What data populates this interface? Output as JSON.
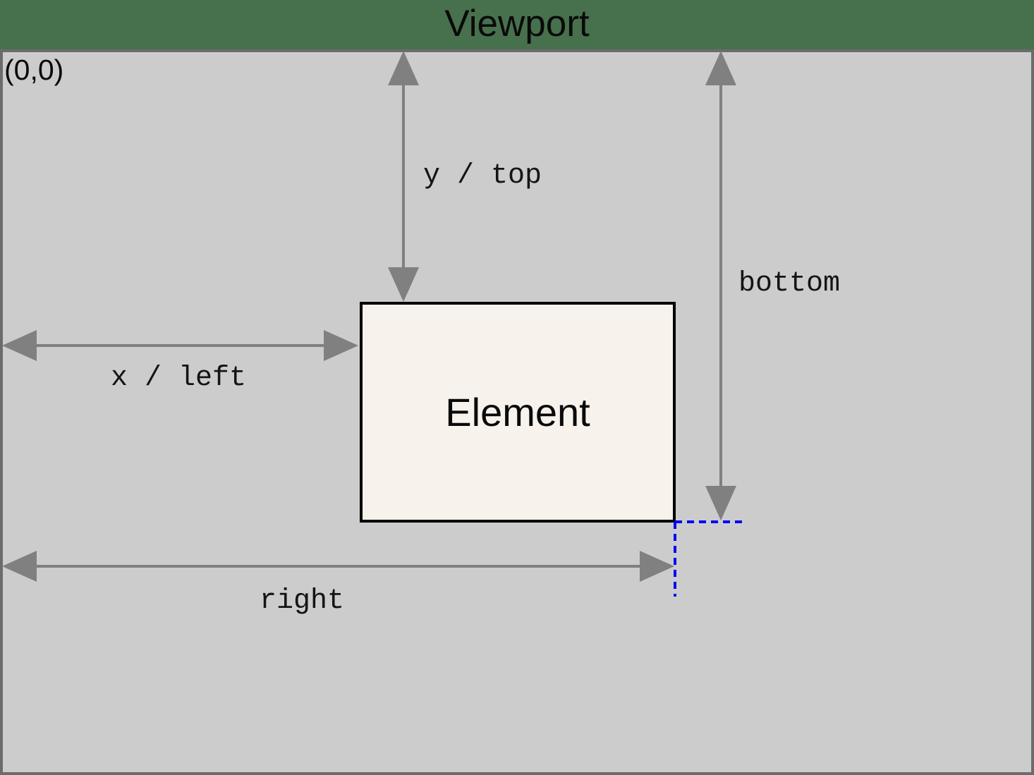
{
  "title": "Viewport",
  "origin_label": "(0,0)",
  "element": {
    "label": "Element"
  },
  "annotations": {
    "y_top": "y / top",
    "x_left": "x / left",
    "bottom": "bottom",
    "right": "right"
  },
  "colors": {
    "background_green": "#47714d",
    "viewport_fill": "#cccccc",
    "viewport_border": "#6b6b6b",
    "element_fill": "#f7f3ec",
    "element_border": "#000000",
    "arrow_gray": "#808080",
    "offset_guide_blue": "#0000ff",
    "text_black": "#0a0a0a"
  }
}
